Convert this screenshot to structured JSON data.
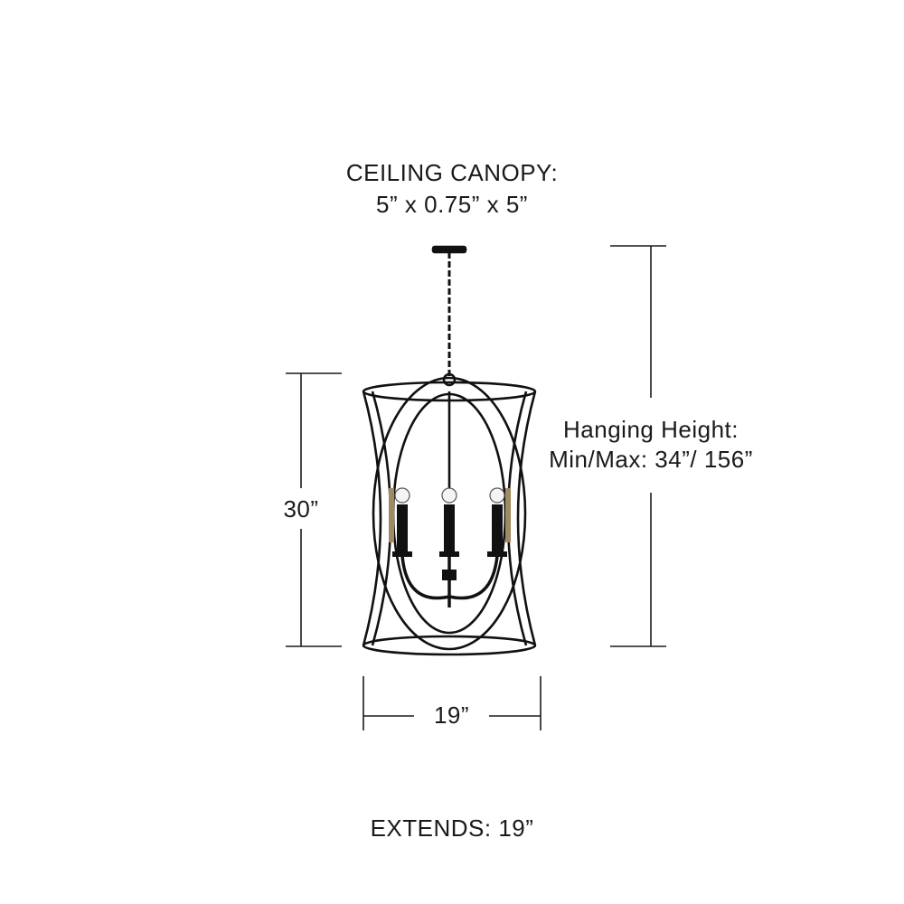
{
  "canopy": {
    "title": "CEILING CANOPY:",
    "dimensions": "5” x 0.75” x 5”"
  },
  "hanging_height": {
    "title": "Hanging Height:",
    "range": "Min/Max: 34”/ 156”"
  },
  "height_label": "30”",
  "width_label": "19”",
  "extends": "EXTENDS: 19”",
  "colors": {
    "fixture": "#111111",
    "rope": "#a08a62",
    "dimension_line": "#1a1a1a"
  }
}
